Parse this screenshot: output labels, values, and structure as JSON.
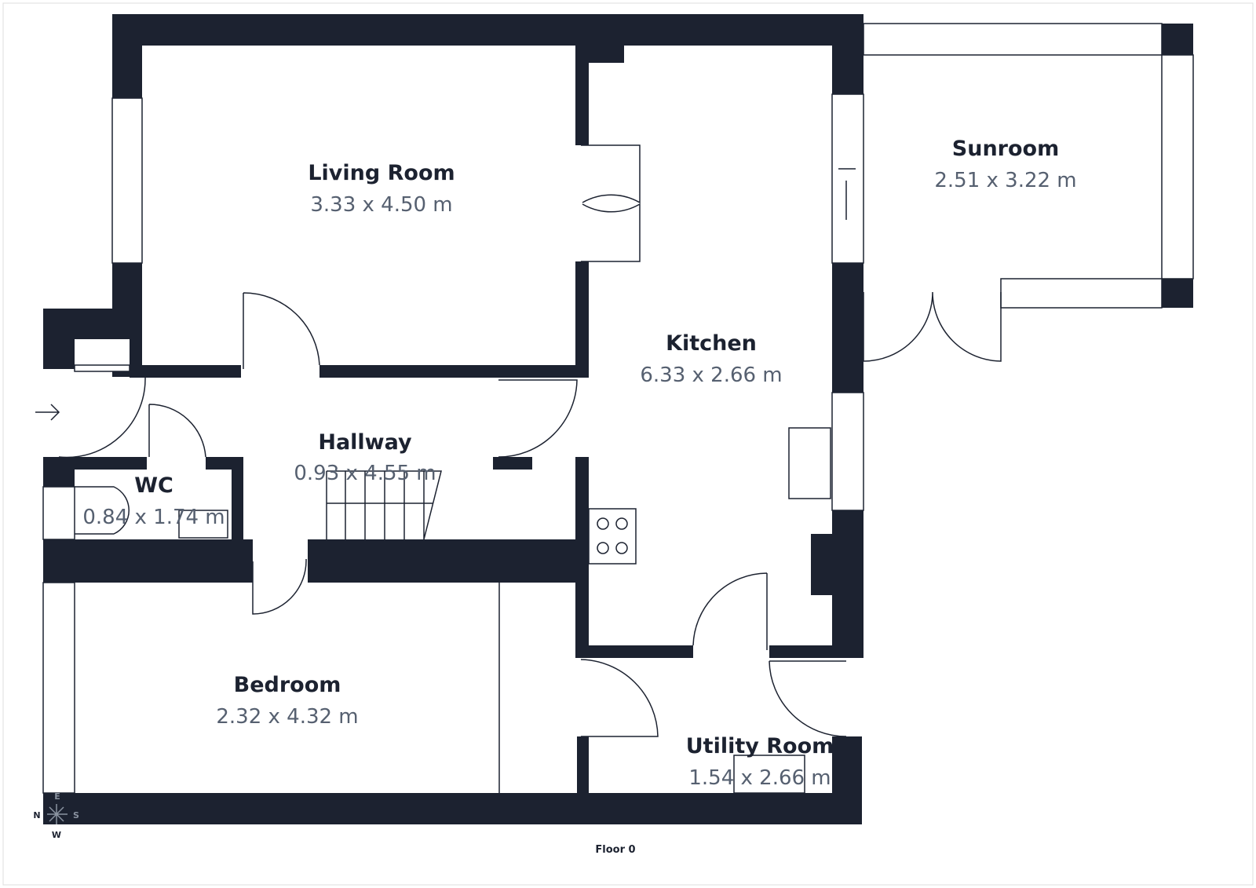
{
  "rooms": [
    {
      "name": "Living Room",
      "dims": "3.33 x 4.50 m"
    },
    {
      "name": "Sunroom",
      "dims": "2.51 x 3.22 m"
    },
    {
      "name": "Kitchen",
      "dims": "6.33 x 2.66 m"
    },
    {
      "name": "Hallway",
      "dims": "0.93 x 4.55 m"
    },
    {
      "name": "WC",
      "dims": "0.84 x 1.74 m"
    },
    {
      "name": "Bedroom",
      "dims": "2.32 x 4.32 m"
    },
    {
      "name": "Utility Room",
      "dims": "1.54 x 2.66 m"
    }
  ],
  "compass": {
    "n": "N",
    "e": "E",
    "s": "S",
    "w": "W"
  },
  "floor_label": "Floor 0",
  "colors": {
    "wall": "#1c2230",
    "dim_text": "#566070"
  }
}
